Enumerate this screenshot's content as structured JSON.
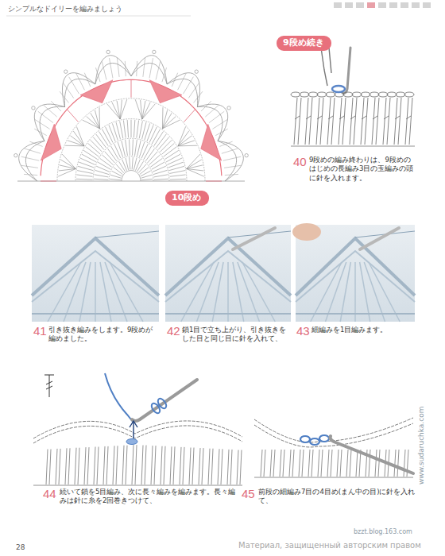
{
  "diagram": {
    "title": "シンプルなドイリーを編みましょう",
    "nodes": [
      {
        "text": [
          "9段め続き"
        ]
      },
      {
        "text": [
          "10段め"
        ]
      }
    ],
    "labels": [
      "40",
      "9段めの編み終わりは、9段めのはじめの長編み3目の玉編みの頭に針を入れます。",
      "41",
      "引き抜き編みをします。9段めが編めました。",
      "42",
      "鎖1目で立ち上がり、引き抜きをした目と同じ目に針を入れて、",
      "43",
      "細編みを1目編みます。",
      "44",
      "続いて鎖を5目編み、次に長々編みを編みます。長々編みは針に糸を2回巻きつけて、",
      "45",
      "前段の細編み7目の4目め(まん中の目)に針を入れて、",
      "28",
      "Материал, защищенный авторским правом",
      "bzzt.blog.163.com",
      "www.sudaruchka.com"
    ]
  }
}
